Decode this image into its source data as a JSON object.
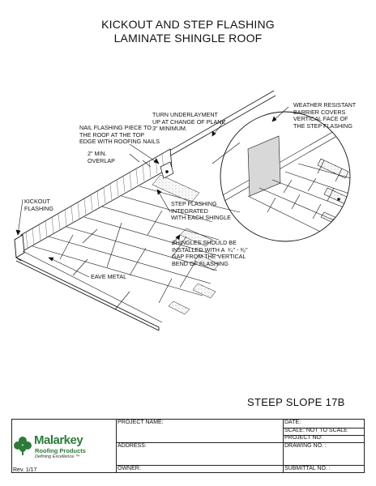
{
  "title": {
    "line1": "KICKOUT AND STEP FLASHING",
    "line2": "LAMINATE SHINGLE ROOF"
  },
  "labels": {
    "underlayment": "TURN UNDERLAYMENT\nUP AT CHANGE OF PLANE\n3\" MINIMUM.",
    "weather_barrier": "WEATHER RESISTANT\nBARRIER COVERS\nVERTICAL FACE OF\nTHE STEP FLASHING",
    "nail_flashing": "NAIL FLASHING PIECE TO\nTHE ROOF AT THE TOP\nEDGE WITH ROOFING NAILS",
    "overlap": "2\" MIN.\nOVERLAP",
    "kickout": "KICKOUT\nFLASHING",
    "step_flashing": "STEP FLASHING\nINTEGRATED\nWITH EACH SHINGLE",
    "shingles_gap": "SHINGLES SHOULD BE\nINSTALLED WITH A  ¹⁄₄\" - ³⁄₈\"\nGAP FROM THE VERTICAL\nBEND OF FLASHING",
    "eave_metal": "EAVE METAL"
  },
  "sheet_id": "STEEP SLOPE 17B",
  "title_block": {
    "project_name": "PROJECT NAME:",
    "address": "ADDRESS:",
    "owner": "OWNER:",
    "date": "DATE:",
    "scale": "SCALE:  NOT TO SCALE",
    "project_no": "PROJECT NO:",
    "drawing_no": "DRAWING NO. :",
    "submittal_no": "SUBMITTAL NO. :"
  },
  "logo": {
    "brand": "Malarkey",
    "sub": "Roofing Products",
    "tagline": "Defining Excellence.™",
    "color": "#2d7a3a"
  },
  "revision": "Rev. 1/17"
}
